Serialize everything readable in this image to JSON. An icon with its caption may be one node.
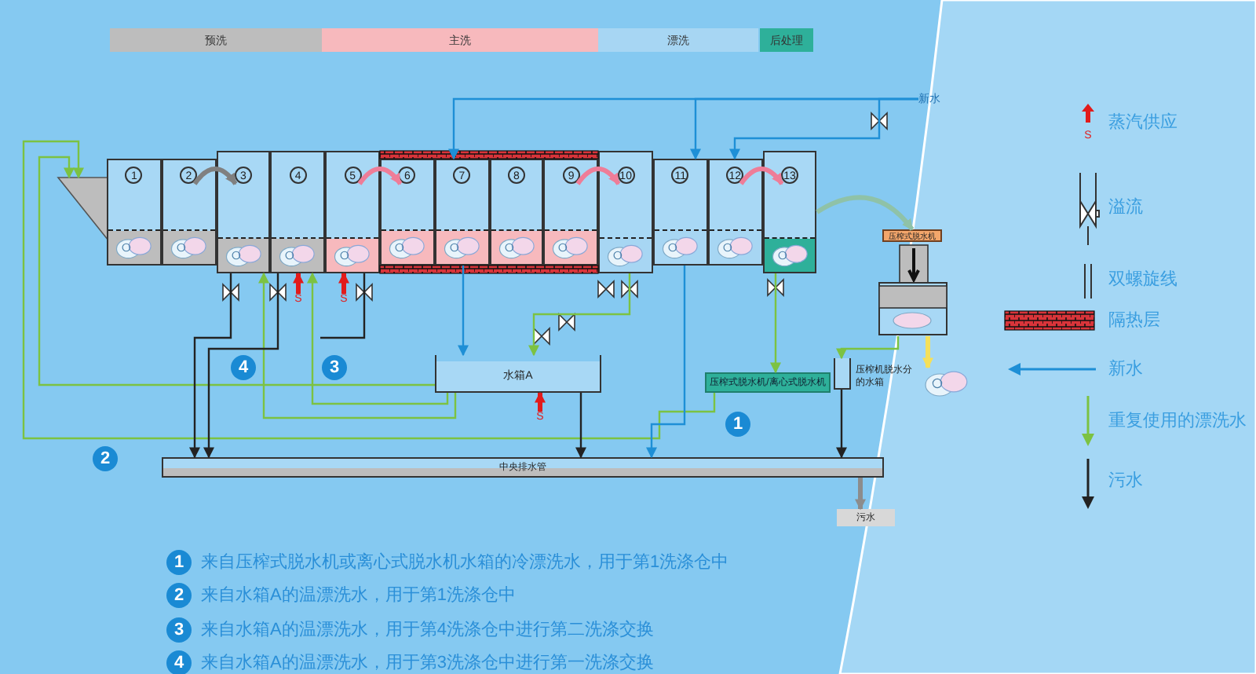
{
  "diagram": {
    "nodes": [
      {
        "text": [
          "预洗"
        ]
      },
      {
        "text": [
          "主洗"
        ]
      },
      {
        "text": [
          "漂洗"
        ]
      },
      {
        "text": [
          "后处理"
        ]
      },
      {
        "text": [],
        "shape": "picture"
      },
      {
        "text": [
          "1"
        ]
      },
      {
        "text": [
          "2"
        ]
      },
      {
        "text": [
          "3"
        ]
      },
      {
        "text": [
          "4"
        ]
      },
      {
        "text": [
          "5"
        ]
      },
      {
        "text": [
          "6"
        ]
      },
      {
        "text": [
          "7"
        ]
      },
      {
        "text": [
          "8"
        ]
      },
      {
        "text": [
          "9"
        ]
      },
      {
        "text": [
          "10"
        ]
      },
      {
        "text": [
          "11"
        ]
      },
      {
        "text": [
          "12"
        ]
      },
      {
        "text": [
          "13"
        ]
      },
      {
        "text": [
          "水箱A"
        ]
      },
      {
        "text": [
          "压榨式脱水机/离心式脱水机"
        ]
      },
      {
        "text": [],
        "shape": "box",
        "beside": [
          "压榨机脱水分的水箱"
        ]
      },
      {
        "text": [
          "压榨式脱水机"
        ]
      },
      {
        "text": [],
        "shape": "picture"
      },
      {
        "text": [
          "中央排水管"
        ]
      },
      {
        "text": [
          "污水"
        ]
      },
      {
        "text": [
          "新水"
        ]
      },
      {
        "text": [
          "S"
        ]
      },
      {
        "text": [
          "S"
        ]
      },
      {
        "text": [
          "S"
        ]
      }
    ],
    "edges": [
      {
        "from": 25,
        "to": 11,
        "arrow": "to",
        "color": "#1e8fd6"
      },
      {
        "from": 25,
        "to": 15,
        "arrow": "to",
        "color": "#1e8fd6"
      },
      {
        "from": 25,
        "to": 16,
        "arrow": "to",
        "color": "#1e8fd6"
      },
      {
        "from": 6,
        "to": 7,
        "arrow": "to",
        "style": "thick",
        "color": "#808080"
      },
      {
        "from": 9,
        "to": 10,
        "arrow": "to",
        "style": "thick",
        "color": "#ee7d98"
      },
      {
        "from": 13,
        "to": 14,
        "arrow": "to",
        "style": "thick",
        "color": "#ee7d98"
      },
      {
        "from": 16,
        "to": 17,
        "arrow": "to",
        "style": "thick",
        "color": "#ee7d98"
      },
      {
        "from": 17,
        "to": 21,
        "arrow": "to",
        "style": "thick",
        "color": "#8fc2a8"
      },
      {
        "from": 21,
        "to": 22,
        "arrow": "to",
        "style": "thick",
        "color": "#f5e05a"
      },
      {
        "from": 17,
        "to": 19,
        "arrow": "to"
      },
      {
        "from": 21,
        "to": 20,
        "arrow": "to"
      },
      {
        "from": 19,
        "to": 4,
        "arrow": "to"
      },
      {
        "from": 18,
        "to": 4,
        "arrow": "to"
      },
      {
        "from": 18,
        "to": 8,
        "arrow": "to"
      },
      {
        "from": 18,
        "to": 7,
        "arrow": "to"
      },
      {
        "from": 14,
        "to": 18,
        "arrow": "to"
      },
      {
        "from": 11,
        "to": 18,
        "arrow": "to",
        "color": "#1e8fd6"
      },
      {
        "from": 15,
        "to": 23,
        "arrow": "to",
        "color": "#1e8fd6"
      },
      {
        "from": 7,
        "to": 23,
        "arrow": "to",
        "color": "#222222"
      },
      {
        "from": 8,
        "to": 23,
        "arrow": "to",
        "color": "#222222"
      },
      {
        "from": 9,
        "to": null,
        "arrow": "none",
        "color": "#222222"
      },
      {
        "from": 18,
        "to": 23,
        "arrow": "to",
        "color": "#222222"
      },
      {
        "from": 20,
        "to": 23,
        "arrow": "to",
        "color": "#222222"
      },
      {
        "from": 23,
        "to": 24,
        "arrow": "to",
        "style": "thick",
        "color": "#8c8c8c"
      },
      {
        "from": 26,
        "to": 8,
        "arrow": "to",
        "style": "thick",
        "color": "#e21b1b"
      },
      {
        "from": 27,
        "to": 9,
        "arrow": "to",
        "style": "thick",
        "color": "#e21b1b"
      },
      {
        "from": 28,
        "to": 18,
        "arrow": "to",
        "style": "thick",
        "color": "#e21b1b"
      }
    ],
    "labels": [
      "S",
      "4",
      "3",
      "1",
      "2",
      "1",
      "来自压榨式脱水机或离心式脱水机水箱的冷漂洗水，用于第1洗涤仓中",
      "2",
      "来自水箱A的温漂洗水，用于第1洗涤仓中",
      "3",
      "来自水箱A的温漂洗水，用于第4洗涤仓中进行第二洗涤交换",
      "4",
      "来自水箱A的温漂洗水，用于第3洗涤仓中进行第一洗涤交换"
    ],
    "legend": [
      {
        "text": "蒸汽供应"
      },
      {
        "text": "溢流"
      },
      {
        "text": "双螺旋线"
      },
      {
        "text": "隔热层"
      },
      {
        "text": "新水"
      },
      {
        "text": "重复使用的漂洗水"
      },
      {
        "text": "污水"
      }
    ]
  }
}
